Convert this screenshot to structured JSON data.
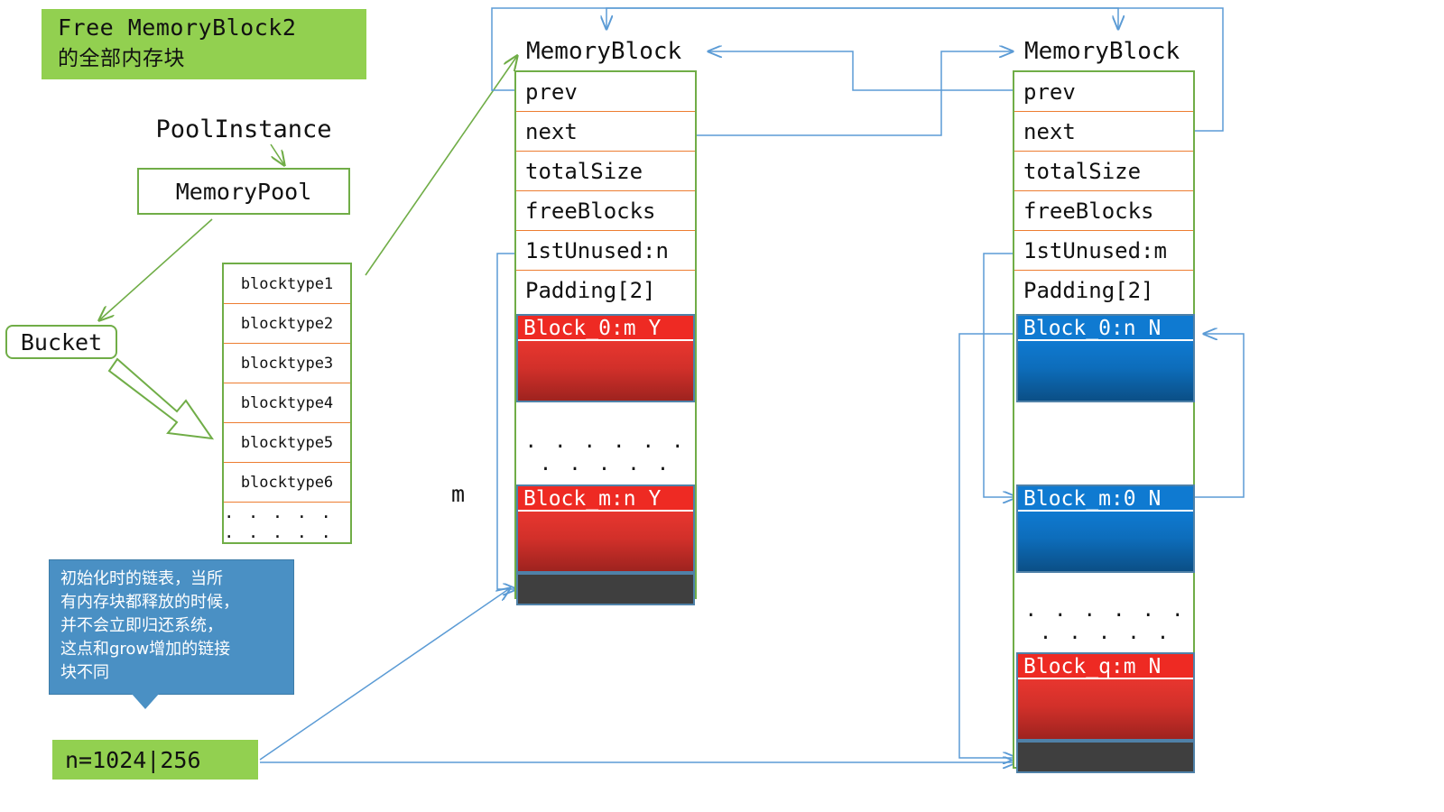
{
  "header": {
    "title_line1": "Free MemoryBlock2",
    "title_line2": "的全部内存块",
    "title_bg": "#92d050"
  },
  "left": {
    "pool_instance_label": "PoolInstance",
    "memory_pool_label": "MemoryPool",
    "bucket_label": "Bucket",
    "blocktypes": [
      "blocktype1",
      "blocktype2",
      "blocktype3",
      "blocktype4",
      "blocktype5",
      "blocktype6",
      ". . . . . . . . . ."
    ],
    "callout_lines": [
      "初始化时的链表，当所",
      "有内存块都释放的时候，",
      "并不会立即归还系统，",
      "这点和grow增加的链接",
      "块不同"
    ],
    "n_value": "n=1024|256",
    "m_label": "m"
  },
  "block1": {
    "title": "MemoryBlock",
    "fields": [
      "prev",
      "next",
      "totalSize",
      "freeBlocks",
      "1stUnused:n",
      "Padding[2]"
    ],
    "cells": [
      {
        "label": "Block_0:m Y",
        "color": "red"
      },
      {
        "label": "Block_m:n Y",
        "color": "red"
      }
    ],
    "ellipsis": ". . . . . . . . . . .",
    "footer_color": "#3f3f3f"
  },
  "block2": {
    "title": "MemoryBlock",
    "fields": [
      "prev",
      "next",
      "totalSize",
      "freeBlocks",
      "1stUnused:m",
      "Padding[2]"
    ],
    "cells": [
      {
        "label": "Block_0:n N",
        "color": "blue"
      },
      {
        "label": "Block_m:0 N",
        "color": "blue"
      },
      {
        "label": "Block_q:m N",
        "color": "red"
      }
    ],
    "ellipsis": ". . . . . . . . . . .",
    "footer_color": "#3f3f3f"
  },
  "colors": {
    "green_accent": "#70ad47",
    "green_fill": "#92d050",
    "orange_rule": "#ed7d31",
    "blue_wire": "#5b9bd5",
    "red_block": "#ee2a23",
    "blue_block": "#0f7ad1",
    "callout_bg": "#4a90c4",
    "gray_footer": "#3f3f3f"
  }
}
